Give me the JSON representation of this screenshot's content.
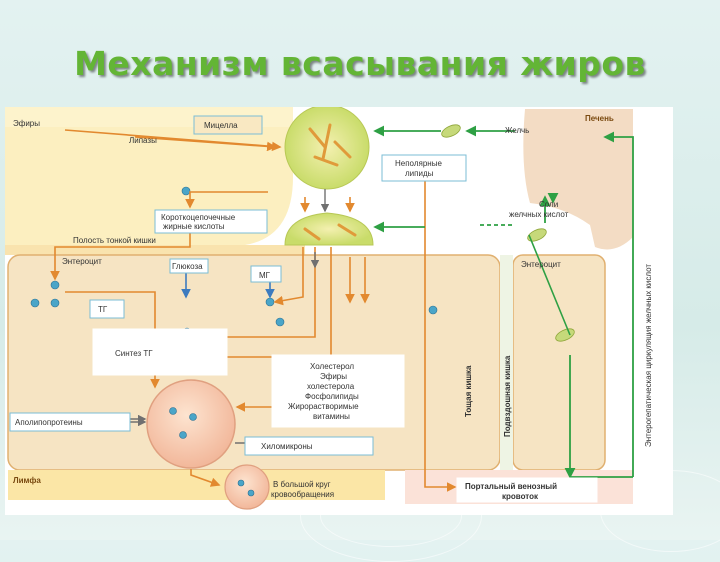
{
  "title": "Механизм всасывания жиров",
  "labels": {
    "esters": "Эфиры",
    "lipases": "Липазы",
    "micelle": "Мицелла",
    "bile": "Желчь",
    "liver": "Печень",
    "nonpolar_1": "Неполярные",
    "nonpolar_2": "липиды",
    "salts_1": "Соли",
    "salts_2": "желчных кислот",
    "scfa_1": "Короткоцепочечные",
    "scfa_2": "жирные кислоты",
    "lumen": "Полость тонкой кишки",
    "enterocyte_left": "Энтероцит",
    "enterocyte_right": "Энтероцит",
    "glucose": "Глюкоза",
    "mg": "МГ",
    "tg": "ТГ",
    "synthesis": "Синтез ТГ",
    "cholesterol_1": "Холестерол",
    "cholesterol_2": "Эфиры",
    "cholesterol_3": "холестерола",
    "cholesterol_4": "Фосфолипиды",
    "cholesterol_5": "Жирорастворимые",
    "cholesterol_6": "витамины",
    "apolipoproteins": "Аполипопротеины",
    "chylomicrons": "Хиломикроны",
    "lymph": "Лимфа",
    "great_circle_1": "В большой круг",
    "great_circle_2": "кровообращения",
    "portal_1": "Портальный венозный",
    "portal_2": "кровоток",
    "ileum": "Тощая кишка",
    "ileum2": "Подвздошная кишка",
    "enterohepatic": "Энтерогепатическая циркуляция желчных кислот"
  },
  "colors": {
    "title": "#63b535",
    "lumen": "#fcefc0",
    "cell": "#f6e4c3",
    "border": "#e0b070",
    "arrow_orange": "#e2892f",
    "arrow_green": "#2ea044",
    "arrow_blue": "#3d7bbf",
    "arrow_gray": "#707070",
    "liver": "#f3dcc4",
    "lymph": "#fbe6a6",
    "portal": "#fbe2d8",
    "micelle": "#d8e68a"
  }
}
